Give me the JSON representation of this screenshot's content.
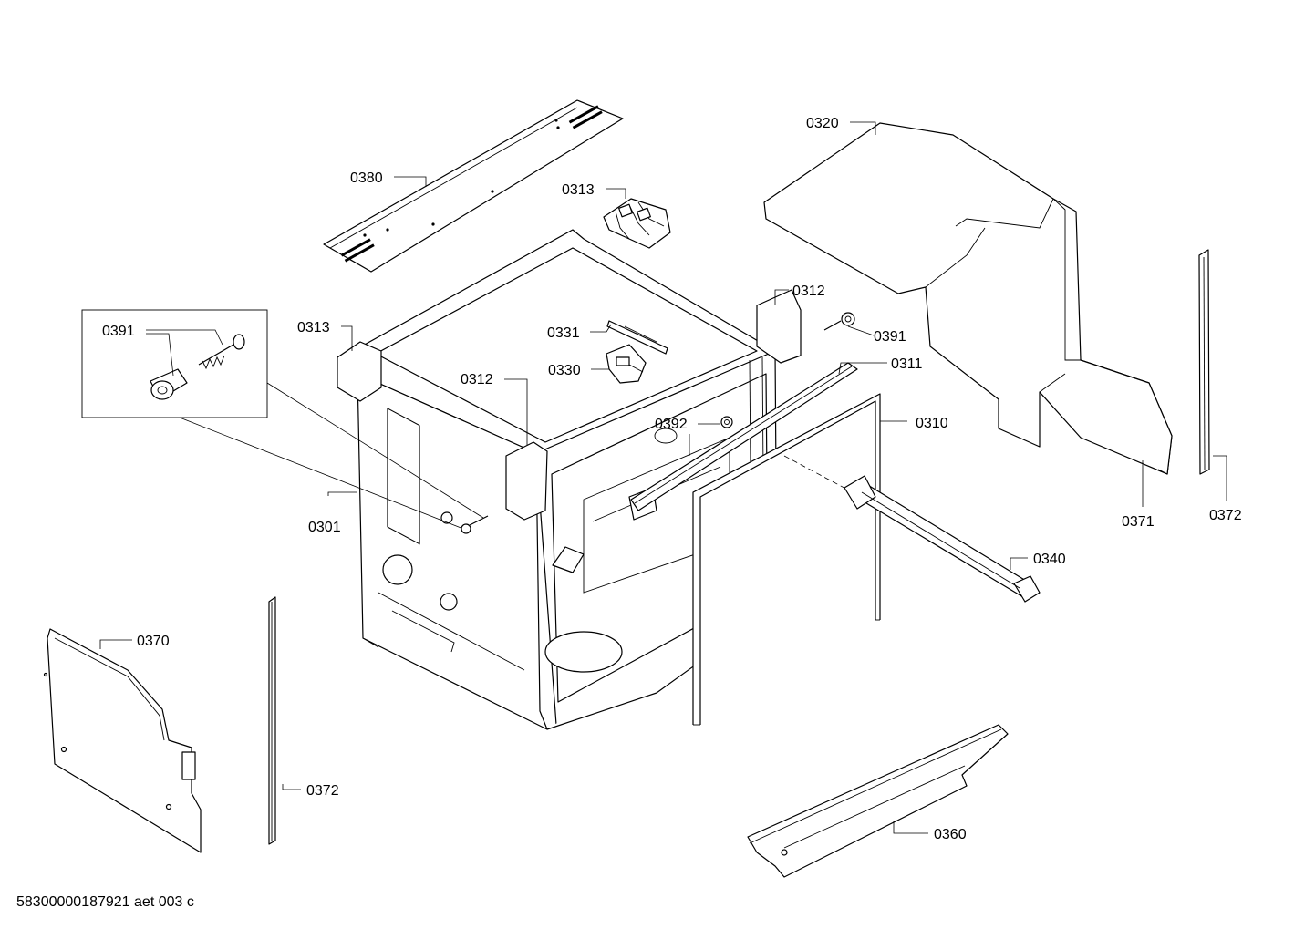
{
  "diagram": {
    "document_id": "58300000187921 aet 003 c",
    "callouts": [
      {
        "id": "c-0380",
        "label": "0380"
      },
      {
        "id": "c-0313-top",
        "label": "0313"
      },
      {
        "id": "c-0320",
        "label": "0320"
      },
      {
        "id": "c-0391-box",
        "label": "0391"
      },
      {
        "id": "c-0313-left",
        "label": "0313"
      },
      {
        "id": "c-0312-right",
        "label": "0312"
      },
      {
        "id": "c-0391-right",
        "label": "0391"
      },
      {
        "id": "c-0331",
        "label": "0331"
      },
      {
        "id": "c-0330",
        "label": "0330"
      },
      {
        "id": "c-0311",
        "label": "0311"
      },
      {
        "id": "c-0312-mid",
        "label": "0312"
      },
      {
        "id": "c-0392",
        "label": "0392"
      },
      {
        "id": "c-0310",
        "label": "0310"
      },
      {
        "id": "c-0301",
        "label": "0301"
      },
      {
        "id": "c-0371",
        "label": "0371"
      },
      {
        "id": "c-0372-right",
        "label": "0372"
      },
      {
        "id": "c-0340",
        "label": "0340"
      },
      {
        "id": "c-0370",
        "label": "0370"
      },
      {
        "id": "c-0372-left",
        "label": "0372"
      },
      {
        "id": "c-0360",
        "label": "0360"
      }
    ]
  }
}
